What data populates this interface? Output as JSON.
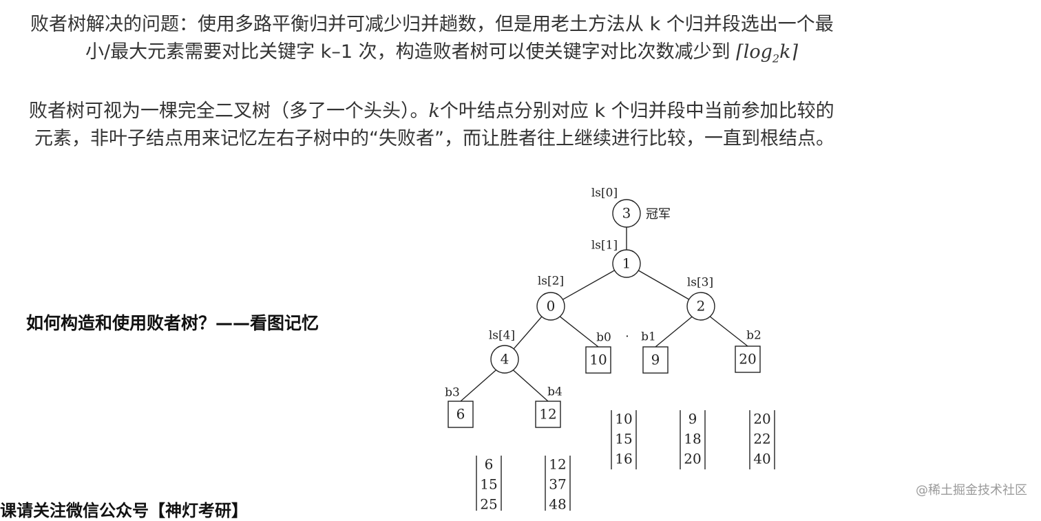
{
  "intro": {
    "line1": "败者树解决的问题：使用多路平衡归并可减少归并趟数，但是用老土方法从 k 个归并段选出一个最",
    "line2_prefix": "小/最大元素需要对比关键字 k–1 次，构造败者树可以使关键字对比次数减少到",
    "formula_left": "⌈",
    "formula_log": "log",
    "formula_sub": "2",
    "formula_k": "k",
    "formula_right": "⌉"
  },
  "definition": {
    "line1_start": "败者树可视为一棵完全二叉树（多了一个头头）。",
    "line1_k": "k",
    "line1_end": "个叶结点分别对应 k 个归并段中当前参加比较的",
    "line2": "元素，非叶子结点用来记忆左右子树中的“失败者”，而让胜者往上继续进行比较，一直到根结点。"
  },
  "question": "如何构造和使用败者树？——看图记忆",
  "footer_note": "课请关注微信公众号【神灯考研】",
  "watermark": "@稀土掘金技术社区",
  "diagram": {
    "champion_label": "冠军",
    "internal_nodes": [
      {
        "id": "ls0",
        "label": "ls[0]",
        "value": "3"
      },
      {
        "id": "ls1",
        "label": "ls[1]",
        "value": "1"
      },
      {
        "id": "ls2",
        "label": "ls[2]",
        "value": "0"
      },
      {
        "id": "ls3",
        "label": "ls[3]",
        "value": "2"
      },
      {
        "id": "ls4",
        "label": "ls[4]",
        "value": "4"
      }
    ],
    "leaves": [
      {
        "id": "b0",
        "label": "b0",
        "value": "10",
        "run": [
          "10",
          "15",
          "16"
        ]
      },
      {
        "id": "b1",
        "label": "b1",
        "value": "9",
        "run": [
          "9",
          "18",
          "20"
        ]
      },
      {
        "id": "b2",
        "label": "b2",
        "value": "20",
        "run": [
          "20",
          "22",
          "40"
        ]
      },
      {
        "id": "b3",
        "label": "b3",
        "value": "6",
        "run": [
          "6",
          "15",
          "25"
        ]
      },
      {
        "id": "b4",
        "label": "b4",
        "value": "12",
        "run": [
          "12",
          "37",
          "48"
        ]
      }
    ],
    "separator_dot": "·"
  }
}
